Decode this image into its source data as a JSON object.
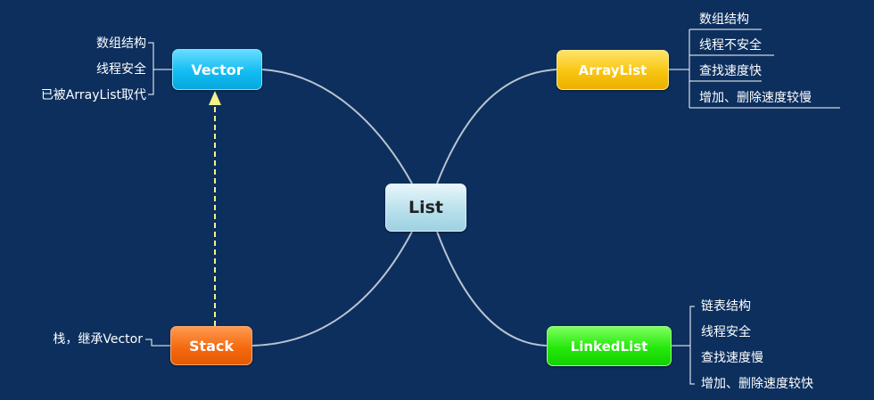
{
  "center": {
    "label": "List"
  },
  "vector": {
    "label": "Vector",
    "notes": [
      "数组结构",
      "线程安全",
      "已被ArrayList取代"
    ]
  },
  "arraylist": {
    "label": "ArrayList",
    "notes": [
      "数组结构",
      "线程不安全",
      "查找速度快",
      "增加、删除速度较慢"
    ]
  },
  "stack": {
    "label": "Stack",
    "notes": [
      "栈，继承Vector"
    ]
  },
  "linkedlist": {
    "label": "LinkedList",
    "notes": [
      "链表结构",
      "线程安全",
      "查找速度慢",
      "增加、删除速度较快"
    ]
  },
  "colors": {
    "background": "#0c2f5e",
    "connector": "#b9c3cf",
    "bracket": "#ffffff",
    "inheritance_arrow": "#f4f08a",
    "vector": "#13bdf2",
    "arraylist": "#f8c510",
    "stack": "#f56a10",
    "linkedlist": "#25e80b",
    "center": "#b9e0ec"
  }
}
